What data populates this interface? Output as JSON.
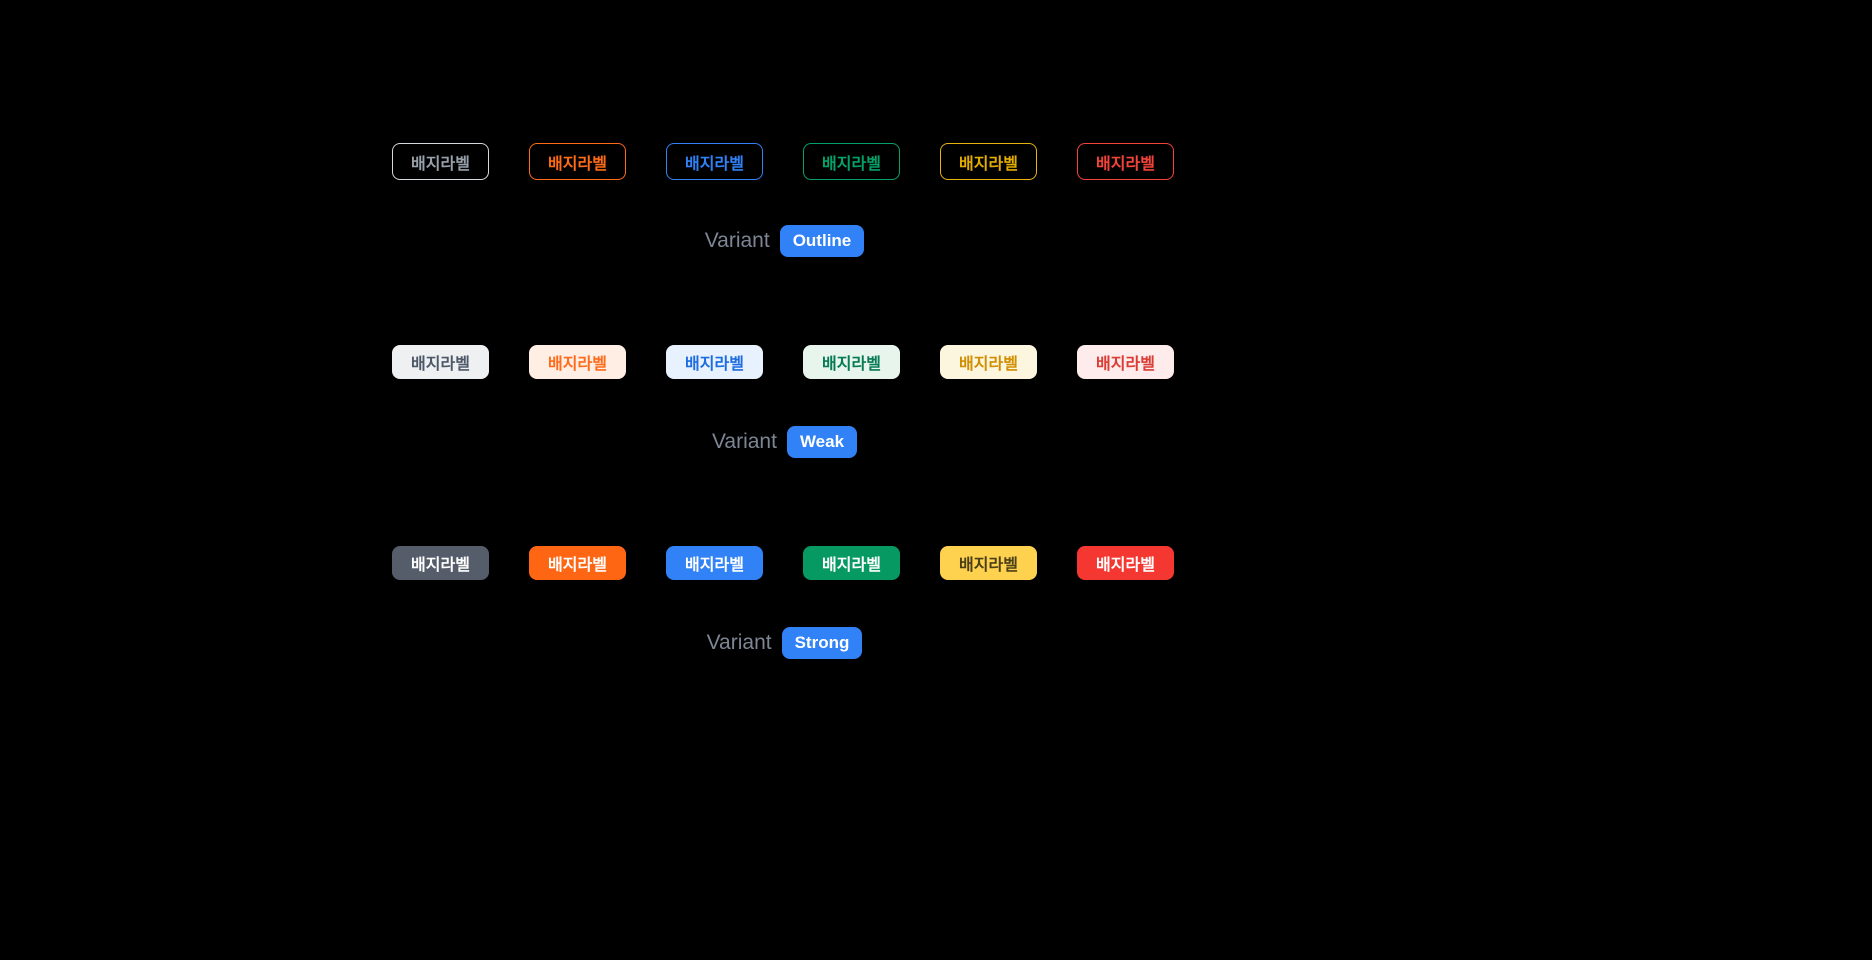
{
  "page": {
    "background": "#000000",
    "description_colors": {
      "accent": "#3182f6",
      "caption_text": "#7d8694",
      "pill_bg": "#3182f6",
      "pill_text": "#ffffff"
    }
  },
  "badge_label": "배지라벨",
  "badge_colors": [
    "grey",
    "orange",
    "blue",
    "green",
    "yellow",
    "red"
  ],
  "sections": [
    {
      "id": "outline",
      "caption": {
        "label": "Variant",
        "value": "Outline"
      }
    },
    {
      "id": "weak",
      "caption": {
        "label": "Variant",
        "value": "Weak"
      }
    },
    {
      "id": "strong",
      "caption": {
        "label": "Variant",
        "value": "Strong"
      }
    }
  ],
  "colors": {
    "outline": {
      "grey": {
        "border": "#d4d9de",
        "text": "#98a1ab"
      },
      "orange": {
        "border": "#ff6b17",
        "text": "#ff6b17"
      },
      "blue": {
        "border": "#3182f6",
        "text": "#3182f6"
      },
      "green": {
        "border": "#05a169",
        "text": "#05a169"
      },
      "yellow": {
        "border": "#e6b40c",
        "text": "#e2ac00"
      },
      "red": {
        "border": "#f4433a",
        "text": "#f4433a"
      }
    },
    "weak": {
      "grey": {
        "bg": "#eef0f2",
        "text": "#4e5968"
      },
      "orange": {
        "bg": "#ffeee3",
        "text": "#fe6b1c"
      },
      "blue": {
        "bg": "#e8f2fe",
        "text": "#1d6ce0"
      },
      "green": {
        "bg": "#e7f5ec",
        "text": "#057a55"
      },
      "yellow": {
        "bg": "#fdf6df",
        "text": "#d18e00"
      },
      "red": {
        "bg": "#fdeceb",
        "text": "#da3b33"
      }
    },
    "strong": {
      "grey": {
        "bg": "#545d69",
        "text": "#ffffff"
      },
      "orange": {
        "bg": "#ff6614",
        "text": "#ffffff"
      },
      "blue": {
        "bg": "#3182f6",
        "text": "#ffffff"
      },
      "green": {
        "bg": "#069a62",
        "text": "#ffffff"
      },
      "yellow": {
        "bg": "#fed14e",
        "text": "#4a3f18"
      },
      "red": {
        "bg": "#f43831",
        "text": "#ffffff"
      }
    }
  }
}
